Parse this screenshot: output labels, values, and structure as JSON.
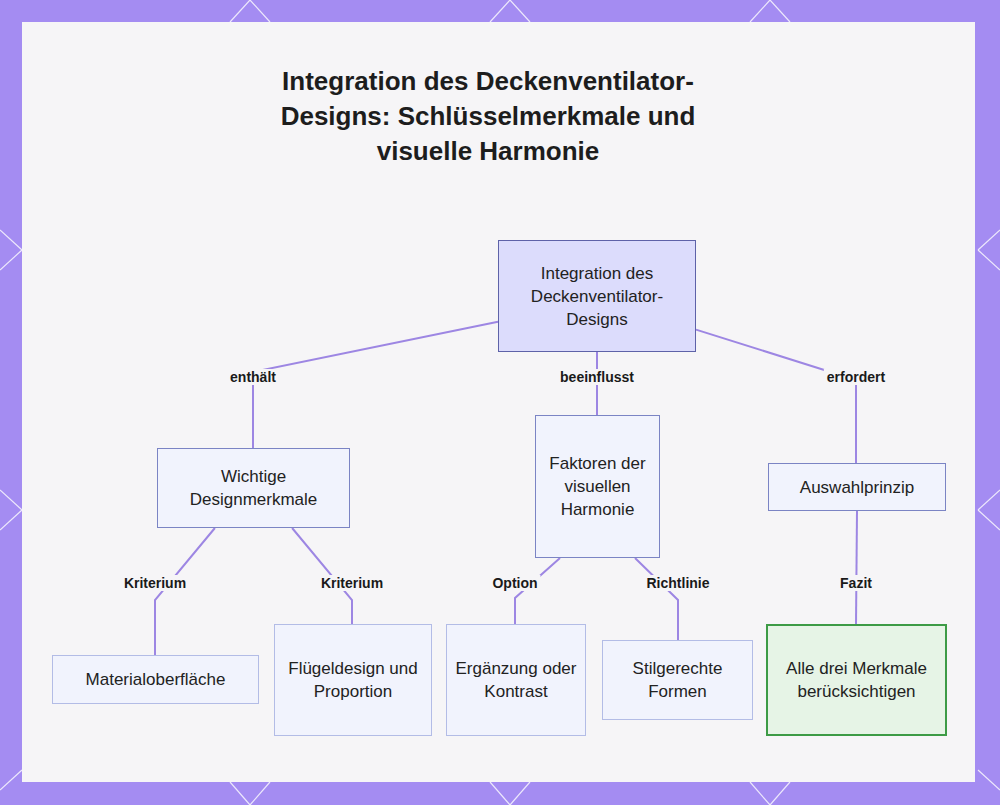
{
  "diagram": {
    "title": "Integration des Deckenventilator-Designs: Schlüsselmerkmale und visuelle Harmonie",
    "nodes": [
      {
        "text": [
          "Integration des Deckenventilator-Designs"
        ]
      },
      {
        "text": [
          "Wichtige Designmerkmale"
        ]
      },
      {
        "text": [
          "Faktoren der visuellen Harmonie"
        ]
      },
      {
        "text": [
          "Auswahlprinzip"
        ]
      },
      {
        "text": [
          "Materialoberfläche"
        ]
      },
      {
        "text": [
          "Flügeldesign und Proportion"
        ]
      },
      {
        "text": [
          "Ergänzung oder Kontrast"
        ]
      },
      {
        "text": [
          "Stilgerechte Formen"
        ]
      },
      {
        "text": [
          "Alle drei Merkmale berücksichtigen"
        ]
      }
    ],
    "edges": [
      {
        "from": 0,
        "to": 1,
        "label": "enthält",
        "arrow": "none"
      },
      {
        "from": 0,
        "to": 2,
        "label": "beeinflusst",
        "arrow": "none"
      },
      {
        "from": 0,
        "to": 3,
        "label": "erfordert",
        "arrow": "none"
      },
      {
        "from": 1,
        "to": 4,
        "label": "Kriterium",
        "arrow": "none"
      },
      {
        "from": 1,
        "to": 5,
        "label": "Kriterium",
        "arrow": "none"
      },
      {
        "from": 2,
        "to": 6,
        "label": "Option",
        "arrow": "none"
      },
      {
        "from": 2,
        "to": 7,
        "label": "Richtlinie",
        "arrow": "none"
      },
      {
        "from": 3,
        "to": 8,
        "label": "Fazit",
        "arrow": "none"
      }
    ]
  }
}
